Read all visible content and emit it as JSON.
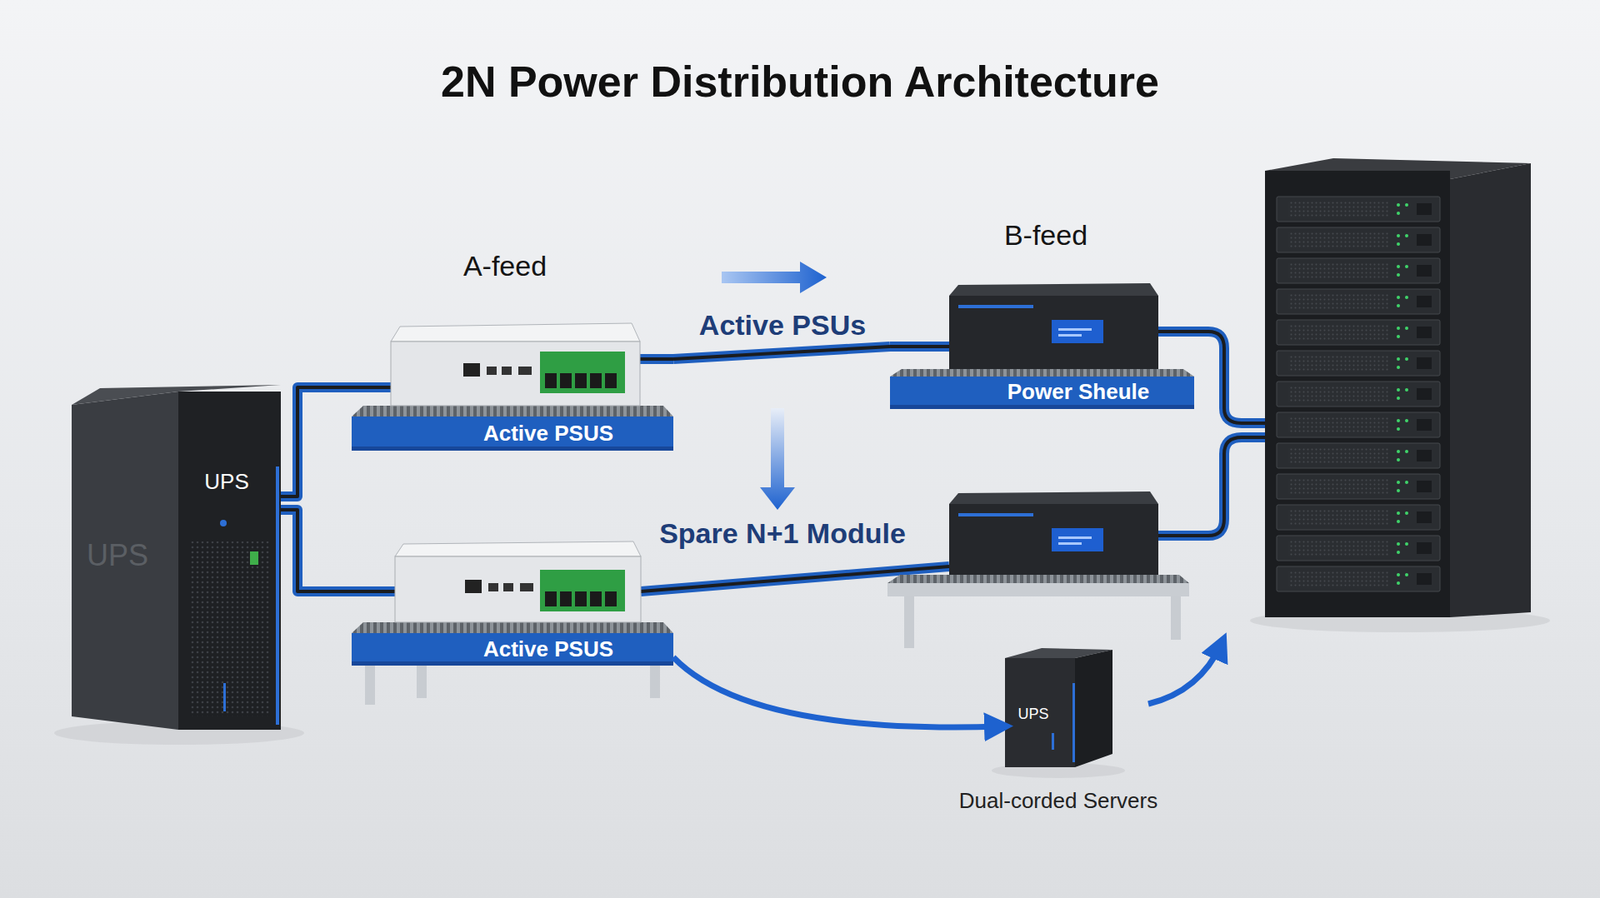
{
  "diagram": {
    "title": "2N Power Distribution Architecture",
    "nodes": [
      {
        "text": [
          "UPS",
          "UPS"
        ]
      },
      {
        "text": [
          "A-feed",
          "Active PSUS"
        ]
      },
      {
        "text": [
          "Active PSUS"
        ]
      },
      {
        "text": [
          "B-feed",
          "Power Sheule"
        ]
      },
      {
        "text": [
          "UPS",
          "Dual-corded Servers"
        ]
      }
    ],
    "edges": [
      {
        "from": 0,
        "to": 1,
        "arrow": "none"
      },
      {
        "from": 0,
        "to": 2,
        "arrow": "none"
      },
      {
        "from": 1,
        "to": 3,
        "arrow": "none"
      },
      {
        "from": 2,
        "to": 4,
        "arrow": "to"
      }
    ],
    "labels": [
      "Active PSUs",
      "Spare N+1 Module"
    ]
  }
}
